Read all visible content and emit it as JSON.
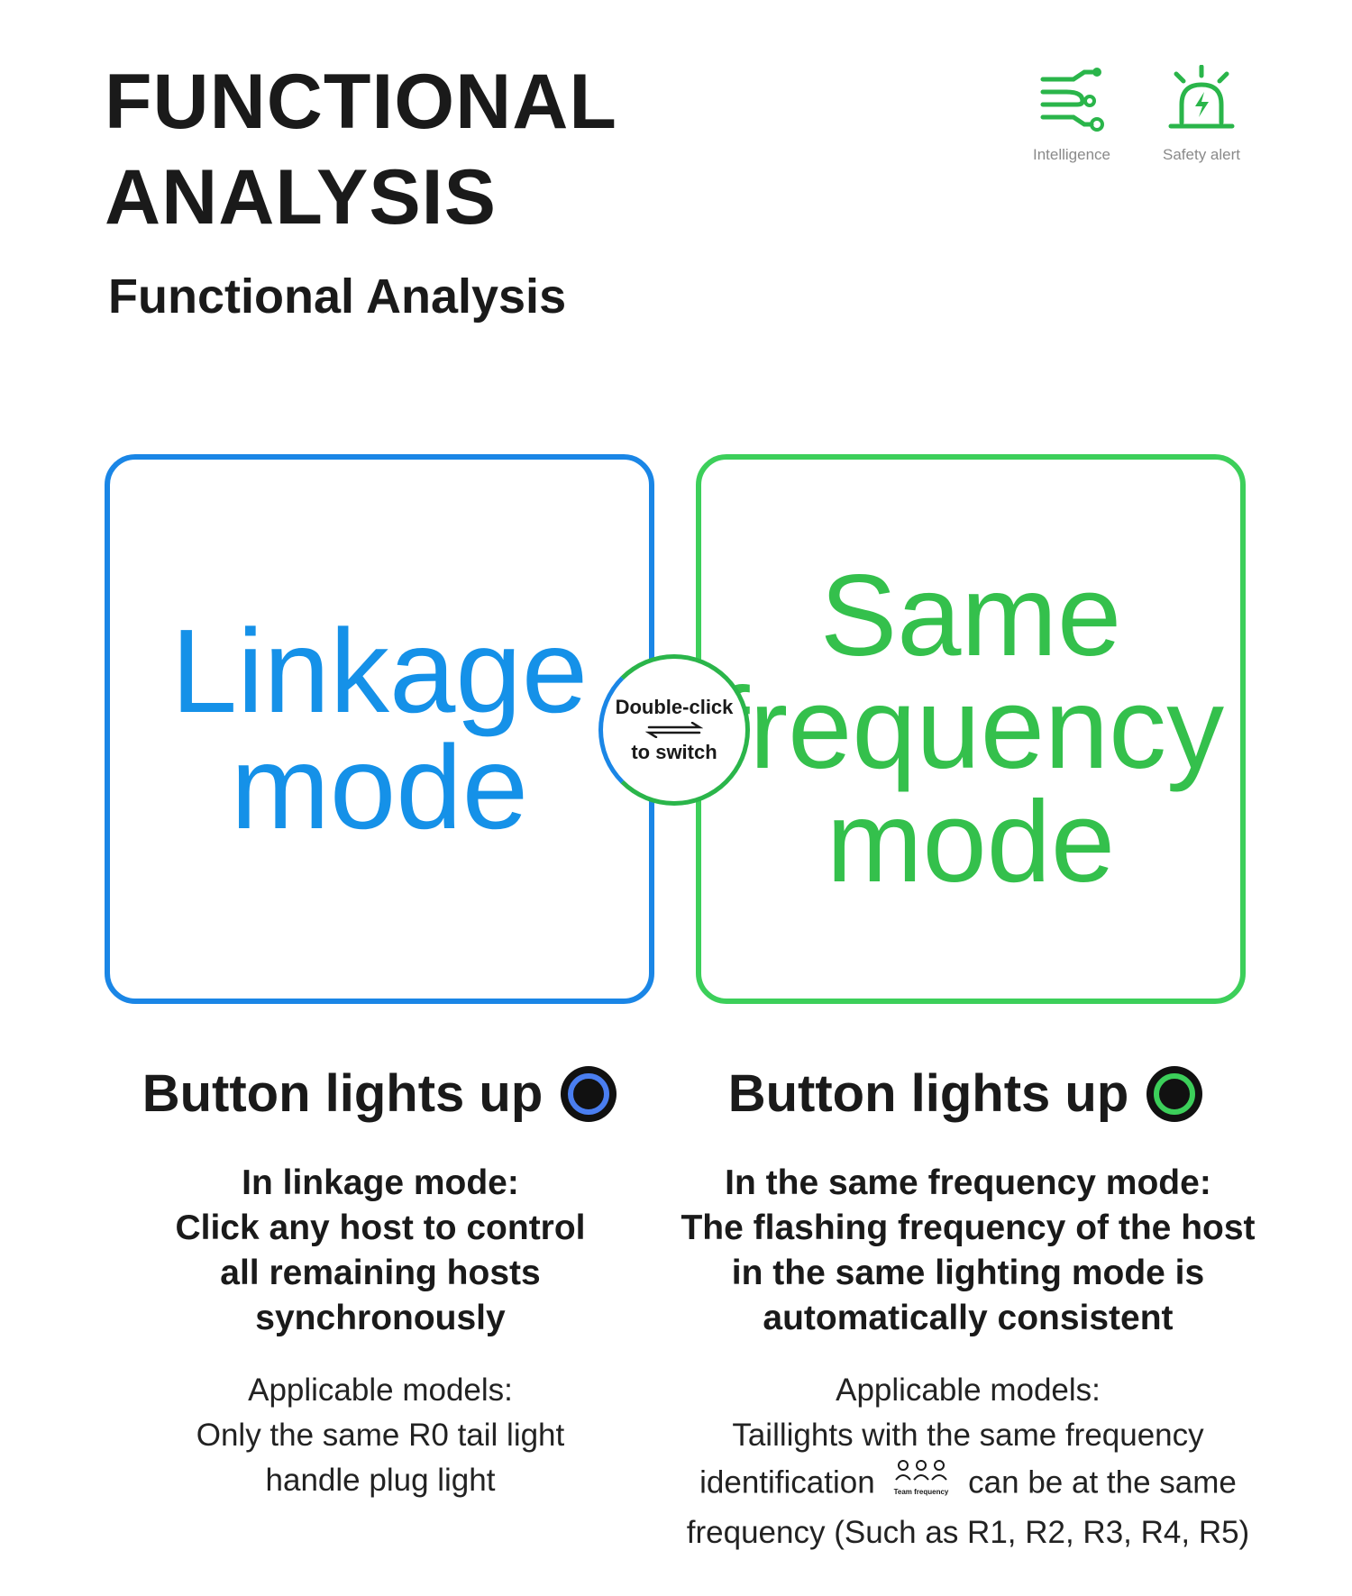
{
  "header": {
    "title_line1": "FUNCTIONAL",
    "title_line2": "ANALYSIS",
    "subtitle": "Functional Analysis"
  },
  "badges": [
    {
      "icon": "circuit-icon",
      "label": "Intelligence",
      "color": "#2ab54a"
    },
    {
      "icon": "alarm-light-icon",
      "label": "Safety alert",
      "color": "#2ab54a"
    }
  ],
  "modes": {
    "left": {
      "line1": "Linkage",
      "line2": "mode",
      "color": "#1591e8"
    },
    "right": {
      "line1": "Same",
      "line2": "frequency",
      "line3": "mode",
      "color": "#34c04c"
    }
  },
  "switch": {
    "line1": "Double-click",
    "line2": "to switch"
  },
  "left_column": {
    "button_label": "Button lights up",
    "desc_line1": "In linkage mode:",
    "desc_line2": "Click any host to control",
    "desc_line3": "all remaining hosts",
    "desc_line4": "synchronously",
    "models_line1": "Applicable models:",
    "models_line2": "Only the same R0 tail light",
    "models_line3": "handle plug light",
    "dot_color": "#4a7ef0"
  },
  "right_column": {
    "button_label": "Button lights up",
    "desc_line1": "In the same frequency mode:",
    "desc_line2": "The flashing frequency of the host",
    "desc_line3": "in the same lighting mode is",
    "desc_line4": "automatically consistent",
    "models_line1": "Applicable models:",
    "models_line2": "Taillights with the same frequency",
    "models_line3a": "identification",
    "models_line3b": "can be at the same",
    "models_line4": "frequency (Such as R1, R2, R3, R4, R5)",
    "team_icon_label": "Team frequency",
    "dot_color": "#3ccf5a"
  }
}
